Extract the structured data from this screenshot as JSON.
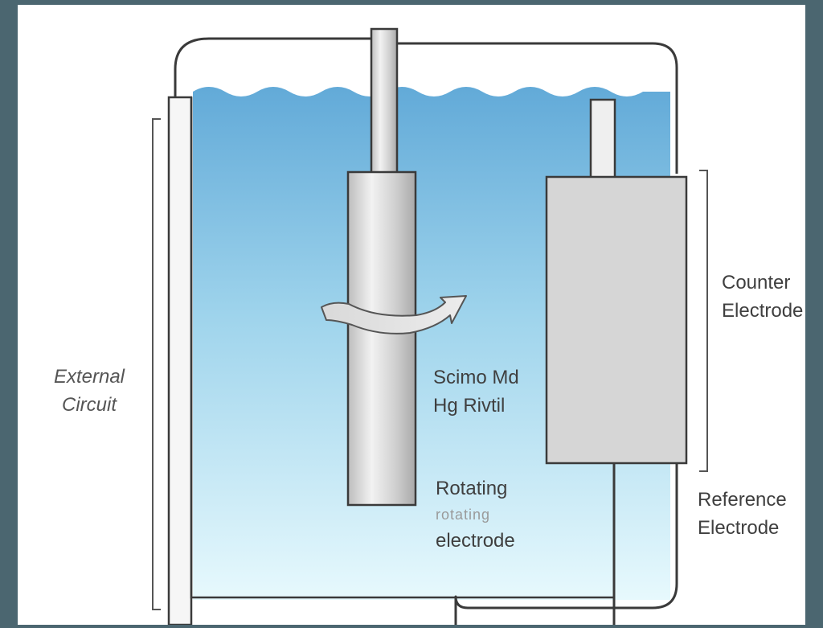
{
  "labels": {
    "external_circuit": [
      "External",
      "Circuit"
    ],
    "counter_electrode": [
      "Counter",
      "Electrode"
    ],
    "center_text": [
      "Scimo Md",
      "Hg Rivtil"
    ],
    "rotating_electrode": [
      "Rotating",
      "electrode"
    ],
    "faint_text": "rotating",
    "reference_electrode": [
      "Reference",
      "Electrode"
    ]
  },
  "colors": {
    "electrolyte_top": "#62aad8",
    "electrolyte_bottom": "#e7f9fd",
    "electrode_fill": "#d6d6d6",
    "wire": "#3a3a3a",
    "frame": "#4b6670"
  },
  "icons": {
    "rotation": "curved-arrow-icon"
  }
}
